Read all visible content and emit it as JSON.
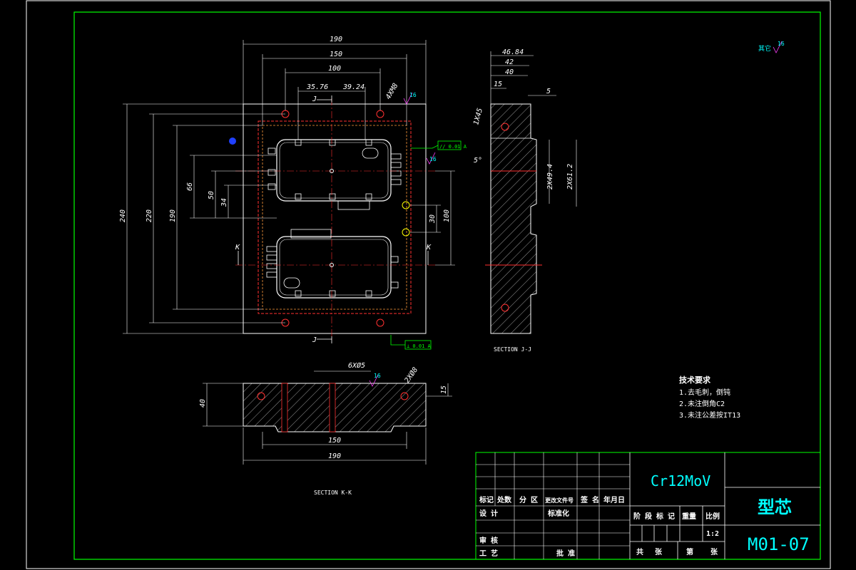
{
  "drawing": {
    "top_view": {
      "dims_horizontal": [
        "190",
        "150",
        "100",
        "35.76",
        "39.24"
      ],
      "dims_vertical": [
        "240",
        "220",
        "190",
        "66",
        "50",
        "34",
        "30",
        "100"
      ],
      "hole_note": "4XM8",
      "section_marks": [
        "J",
        "J",
        "K",
        "K"
      ],
      "roughness": [
        "16",
        "16"
      ],
      "tolerance_frames": [
        "// 0.01 A",
        "⊥ 0.01 A"
      ]
    },
    "section_jj": {
      "title": "SECTION J-J",
      "dims": [
        "46.84",
        "42",
        "40",
        "15",
        "5",
        "1X45",
        "5°",
        "2X49.4",
        "2X61.2"
      ]
    },
    "section_kk": {
      "title": "SECTION K-K",
      "dims": [
        "6XØ5",
        "2XØ8",
        "40",
        "15",
        "150",
        "190"
      ],
      "roughness": "16"
    },
    "roughness_other": {
      "label": "其它",
      "value": "16"
    },
    "tech_requirements": {
      "title": "技术要求",
      "items": [
        "1.去毛刺，倒钝",
        "2.未注倒角C2",
        "3.未注公差按IT13"
      ]
    },
    "title_block": {
      "material": "Cr12MoV",
      "part_name": "型芯",
      "drawing_no": "M01-07",
      "scale_label": "比例",
      "scale": "1:2",
      "header_cells": [
        "标记",
        "处数",
        "分 区",
        "更改文件号",
        "签 名",
        "年月日"
      ],
      "row_labels": [
        "设 计",
        "标准化",
        "审 核",
        "工 艺",
        "批 准"
      ],
      "stage_cells": [
        "阶 段 标 记",
        "重量"
      ],
      "sheet_cells": [
        "共",
        "张",
        "第",
        "张"
      ]
    }
  }
}
